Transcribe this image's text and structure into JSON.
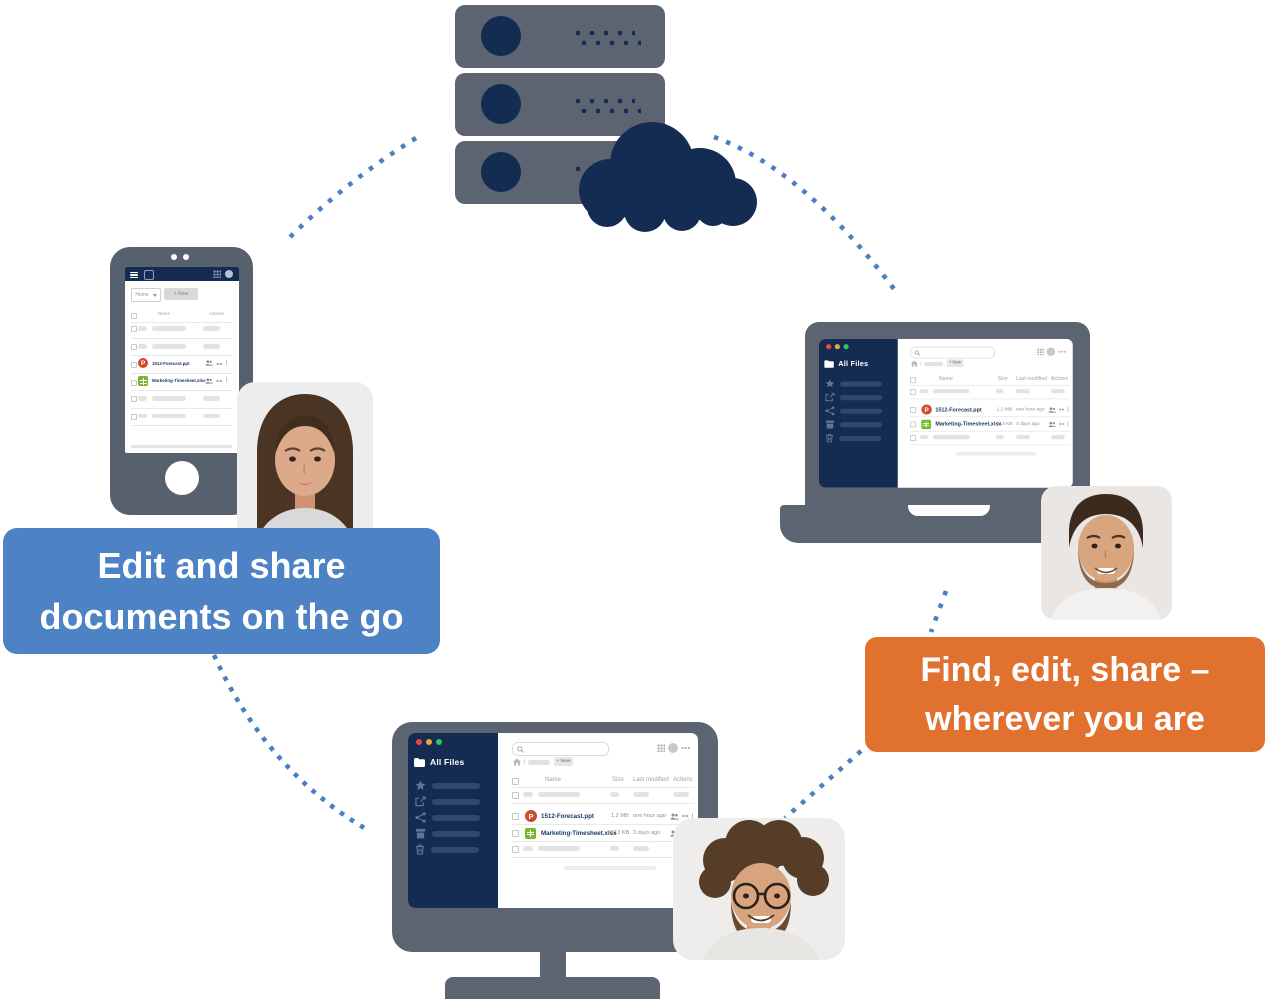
{
  "badges": {
    "mobile": {
      "line1": "Edit and share",
      "line2": "documents on the go"
    },
    "desktop": {
      "line1": "Find, edit, share –",
      "line2": "wherever you are"
    }
  },
  "file_manager": {
    "sidebar": {
      "all_files_label": "All Files"
    },
    "breadcrumb_separator": "/",
    "new_button": "+ New",
    "phone_folder_select": "Home",
    "table_headers": {
      "name": "Name",
      "size": "Size",
      "last_modified": "Last modified",
      "actions": "Actions"
    },
    "files": [
      {
        "name": "1512-Forecast.ppt",
        "size": "1.2 MB",
        "last_modified": "one hour ago",
        "type": "powerpoint",
        "icon": "powerpoint-icon",
        "icon_letter": "P"
      },
      {
        "name": "Marketing-Timesheet.xlsx",
        "size": "513 KB",
        "last_modified": "3 days ago",
        "type": "excel",
        "icon": "excel-icon",
        "icon_letter": ""
      }
    ]
  },
  "colors": {
    "device_gray": "#5b6470",
    "navy": "#142c52",
    "dotted_line_blue": "#4a7fc1",
    "badge_blue": "#4d82c4",
    "badge_orange": "#e0712e",
    "excel_green": "#76b82a",
    "powerpoint_red": "#cd4a2a",
    "file_link_navy": "#1c3960"
  }
}
